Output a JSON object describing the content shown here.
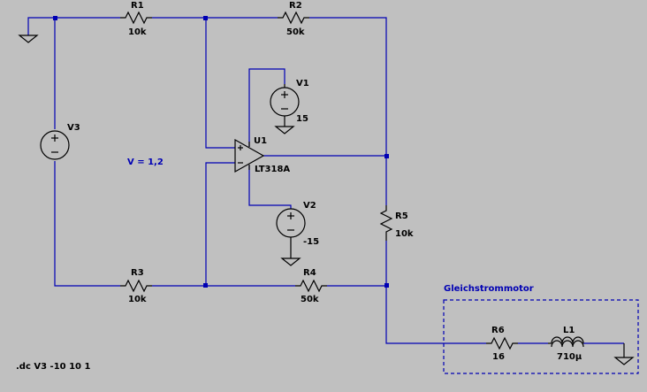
{
  "components": {
    "r1": {
      "name": "R1",
      "value": "10k"
    },
    "r2": {
      "name": "R2",
      "value": "50k"
    },
    "r3": {
      "name": "R3",
      "value": "10k"
    },
    "r4": {
      "name": "R4",
      "value": "50k"
    },
    "r5": {
      "name": "R5",
      "value": "10k"
    },
    "r6": {
      "name": "R6",
      "value": "16"
    },
    "l1": {
      "name": "L1",
      "value": "710µ"
    },
    "v1": {
      "name": "V1",
      "value": "15"
    },
    "v2": {
      "name": "V2",
      "value": "-15"
    },
    "v3": {
      "name": "V3"
    },
    "u1": {
      "name": "U1",
      "value": "LT318A"
    }
  },
  "annotations": {
    "param": "V = 1,2",
    "motor_box": "Gleichstrommotor",
    "directive": ".dc V3 -10 10 1"
  },
  "colors": {
    "background": "#c0c0c0",
    "wire": "#0000b4",
    "symbol": "#000000",
    "label_blue": "#0000b4"
  }
}
